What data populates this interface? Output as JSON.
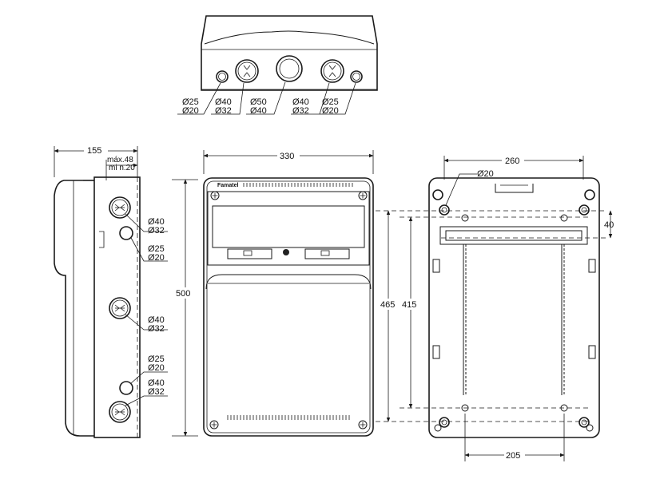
{
  "top_view": {
    "labels": {
      "d25_20_left_a": "Ø25",
      "d25_20_left_b": "Ø20",
      "d40_32_left_a": "Ø40",
      "d40_32_left_b": "Ø32",
      "d50_40_a": "Ø50",
      "d50_40_b": "Ø40",
      "d40_32_right_a": "Ø40",
      "d40_32_right_b": "Ø32",
      "d25_20_right_a": "Ø25",
      "d25_20_right_b": "Ø20"
    }
  },
  "side_view": {
    "depth": "155",
    "max_note": "máx.48",
    "min_note": "mi n.20",
    "height": "500",
    "hole1_a": "Ø40",
    "hole1_b": "Ø32",
    "hole2_a": "Ø25",
    "hole2_b": "Ø20",
    "hole3_a": "Ø40",
    "hole3_b": "Ø32",
    "hole4_a": "Ø25",
    "hole4_b": "Ø20",
    "hole5_a": "Ø40",
    "hole5_b": "Ø32"
  },
  "front_view": {
    "width": "330",
    "brand": "Famatel"
  },
  "back_view": {
    "width": "260",
    "hole_label": "Ø20",
    "offset": "40",
    "height_outer": "465",
    "height_inner": "415",
    "bottom_width": "205"
  }
}
